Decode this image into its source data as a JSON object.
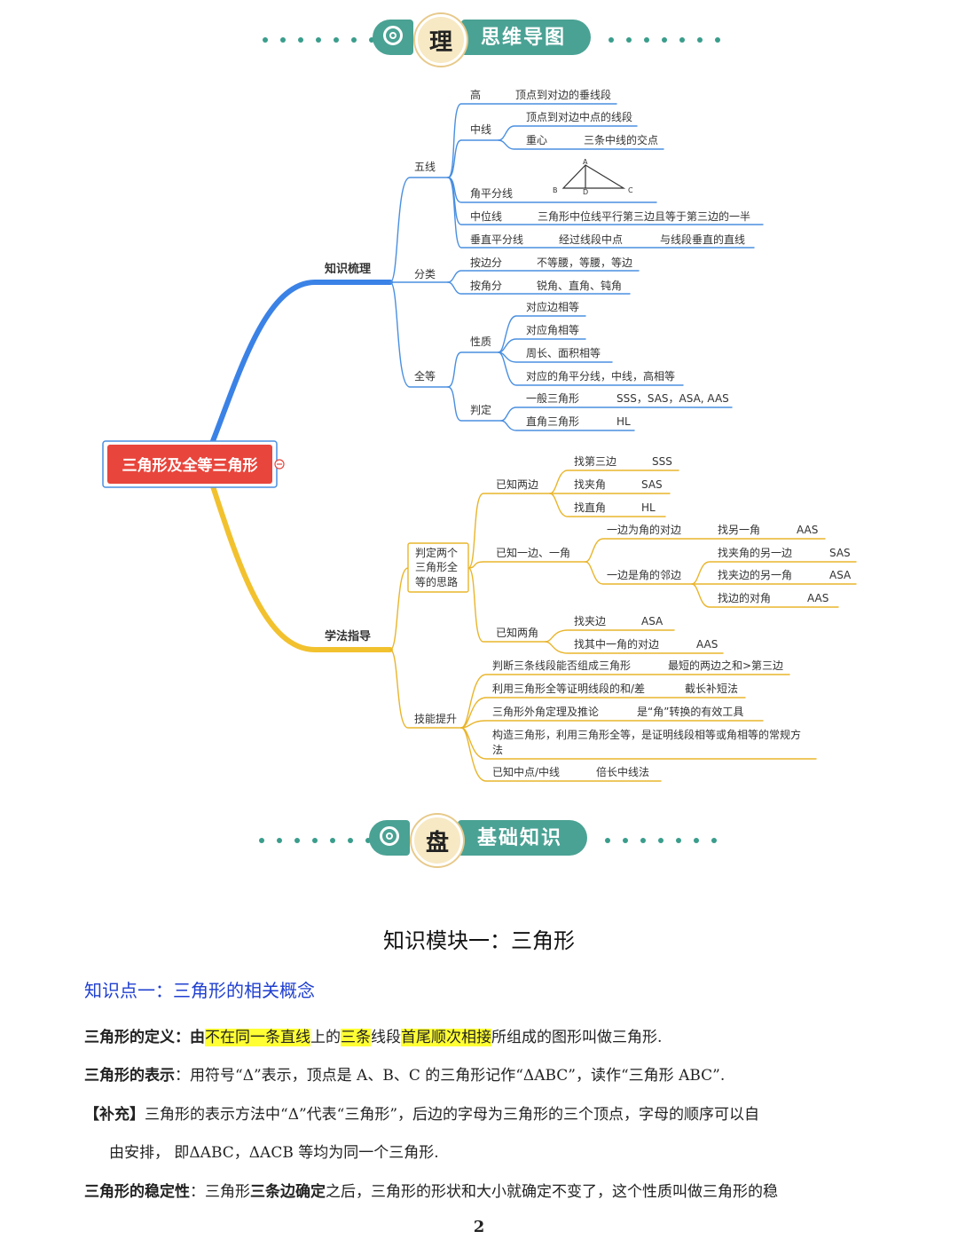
{
  "banner_top": {
    "badge": "理",
    "label": "思维导图"
  },
  "banner_bottom": {
    "badge": "盘",
    "label": "基础知识"
  },
  "mindmap": {
    "root": "三角形及全等三角形",
    "branch1": {
      "label": "知识梳理",
      "wuxian": {
        "label": "五线",
        "gao": {
          "label": "高",
          "desc": "顶点到对边的垂线段"
        },
        "zhongxian": {
          "label": "中线",
          "desc": "顶点到对边中点的线段",
          "zhongxin": "重心",
          "zhongxin_desc": "三条中线的交点"
        },
        "jiaopingfen": {
          "label": "角平分线",
          "pt_a": "A",
          "pt_b": "B",
          "pt_c": "C",
          "pt_d": "D"
        },
        "zhongweixian": {
          "label": "中位线",
          "desc": "三角形中位线平行第三边且等于第三边的一半"
        },
        "chuizhi": {
          "label": "垂直平分线",
          "desc1": "经过线段中点",
          "desc2": "与线段垂直的直线"
        }
      },
      "fenlei": {
        "label": "分类",
        "bian": {
          "label": "按边分",
          "desc": "不等腰，等腰，等边"
        },
        "jiao": {
          "label": "按角分",
          "desc": "锐角、直角、钝角"
        }
      },
      "quandeng": {
        "label": "全等",
        "xingzhi": {
          "label": "性质",
          "items": [
            "对应边相等",
            "对应角相等",
            "周长、面积相等",
            "对应的角平分线，中线，高相等"
          ]
        },
        "panding": {
          "label": "判定",
          "yiban": "一般三角形",
          "yiban_desc": "SSS，SAS，ASA, AAS",
          "zhijiao": "直角三角形",
          "zhijiao_desc": "HL"
        }
      }
    },
    "branch2": {
      "label": "学法指导",
      "silu": {
        "label_l1": "判定两个",
        "label_l2": "三角形全",
        "label_l3": "等的思路",
        "liangbian": {
          "label": "已知两边",
          "i1": "找第三边",
          "v1": "SSS",
          "i2": "找夹角",
          "v2": "SAS",
          "i3": "找直角",
          "v3": "HL"
        },
        "yibianyijiao": {
          "label": "已知一边、一角",
          "duibian": "一边为角的对边",
          "duibian_i1": "找另一角",
          "duibian_v1": "AAS",
          "linbian": "一边是角的邻边",
          "linbian_i1": "找夹角的另一边",
          "linbian_v1": "SAS",
          "linbian_i2": "找夹边的另一角",
          "linbian_v2": "ASA",
          "linbian_i3": "找边的对角",
          "linbian_v3": "AAS"
        },
        "liangjiao": {
          "label": "已知两角",
          "i1": "找夹边",
          "v1": "ASA",
          "i2": "找其中一角的对边",
          "v2": "AAS"
        }
      },
      "jineng": {
        "label": "技能提升",
        "r1": "判断三条线段能否组成三角形",
        "r1v": "最短的两边之和>第三边",
        "r2": "利用三角形全等证明线段的和/差",
        "r2v": "截长补短法",
        "r3": "三角形外角定理及推论",
        "r3v": "是“角”转换的有效工具",
        "r4a": "构造三角形，利用三角形全等，是证明线段相等或角相等的常规方",
        "r4b": "法",
        "r5": "已知中点/中线",
        "r5v": "倍长中线法"
      }
    }
  },
  "module_title": "知识模块一：三角形",
  "kp1_title": "知识点一：三角形的相关概念",
  "p1": {
    "a": "三角形的定义：由",
    "b": "不在同一条直线",
    "c": "上的",
    "d": "三条",
    "e": "线段",
    "f": "首尾顺次相接",
    "g": "所组成的图形叫做三角形."
  },
  "p2": {
    "a": "三角形的表示",
    "b": "：用符号“Δ”表示，顶点是 A、B、C 的三角形记作“ΔABC”，读作“三角形 ABC”."
  },
  "p3": {
    "a": "【补充】",
    "b": "三角形的表示方法中“Δ”代表“三角形”，后边的字母为三角形的三个顶点，字母的顺序可以自"
  },
  "p3b": "由安排， 即ΔABC，ΔACB 等均为同一个三角形.",
  "p4": {
    "a": "三角形的稳定性",
    "b": "：三角形",
    "c": "三条边确定",
    "d": "之后，三角形的形状和大小就确定不变了，这个性质叫做三角形的稳"
  },
  "page_number": "2",
  "colors": {
    "accent_green": "#4aa294",
    "root_red": "#e8453c",
    "branch_blue": "#3b82e6",
    "branch_yellow": "#f2c12e",
    "line_blue": "#4a8fe0",
    "line_yellow": "#e9b52c",
    "kp_blue": "#1f3fd0",
    "highlight": "#ffff33"
  }
}
